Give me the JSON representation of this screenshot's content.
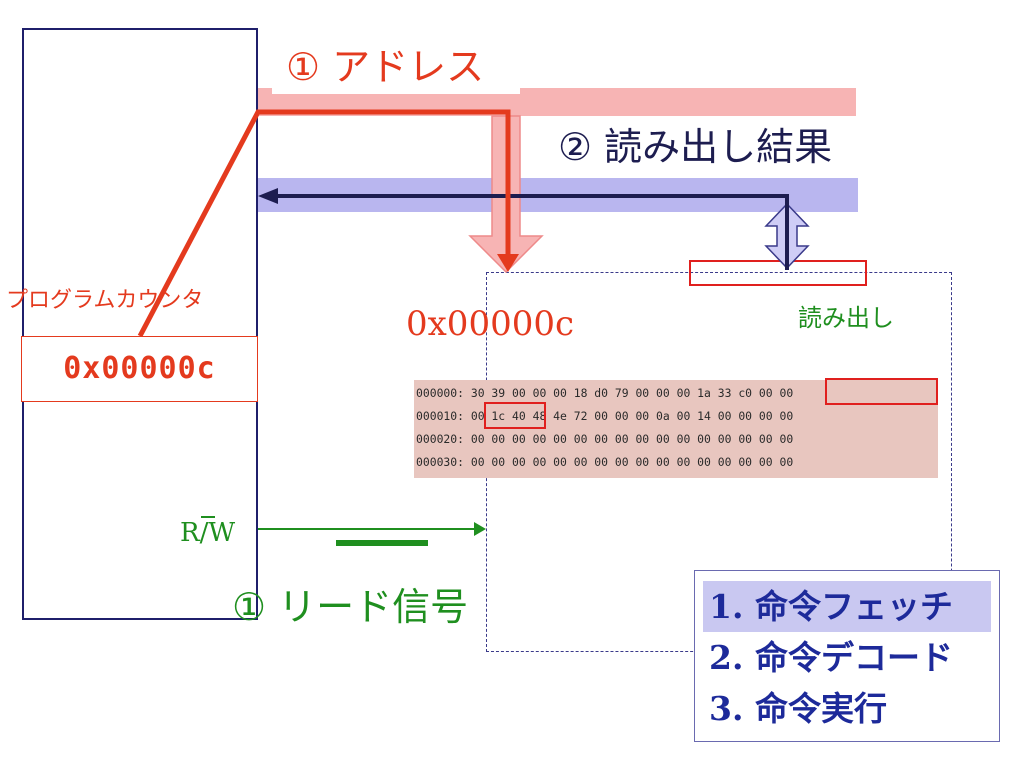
{
  "labels": {
    "address": "① アドレス",
    "read_result": "② 読み出し結果",
    "program_counter": "プログラムカウンタ",
    "pc_value": "0x00000c",
    "memory_address": "0x00000c",
    "read": "読み出し",
    "rw": "R/W",
    "read_signal": "① リード信号"
  },
  "hexdump": [
    "000000: 30 39 00 00 00 18 d0 79 00 00 00 1a 33 c0 00 00",
    "000010: 00 1c 40 48 4e 72 00 00 00 0a 00 14 00 00 00 00",
    "000020: 00 00 00 00 00 00 00 00 00 00 00 00 00 00 00 00",
    "000030: 00 00 00 00 00 00 00 00 00 00 00 00 00 00 00 00"
  ],
  "stages": [
    {
      "label": "1. 命令フェッチ",
      "active": true
    },
    {
      "label": "2. 命令デコード",
      "active": false
    },
    {
      "label": "3. 命令実行",
      "active": false
    }
  ],
  "colors": {
    "address_bus": "#f7b4b4",
    "data_bus": "#b9b6ef",
    "address_red": "#e43a1e",
    "data_navy": "#1d1d50",
    "signal_green": "#1f8f1f",
    "stage_blue": "#1d2a9a"
  }
}
